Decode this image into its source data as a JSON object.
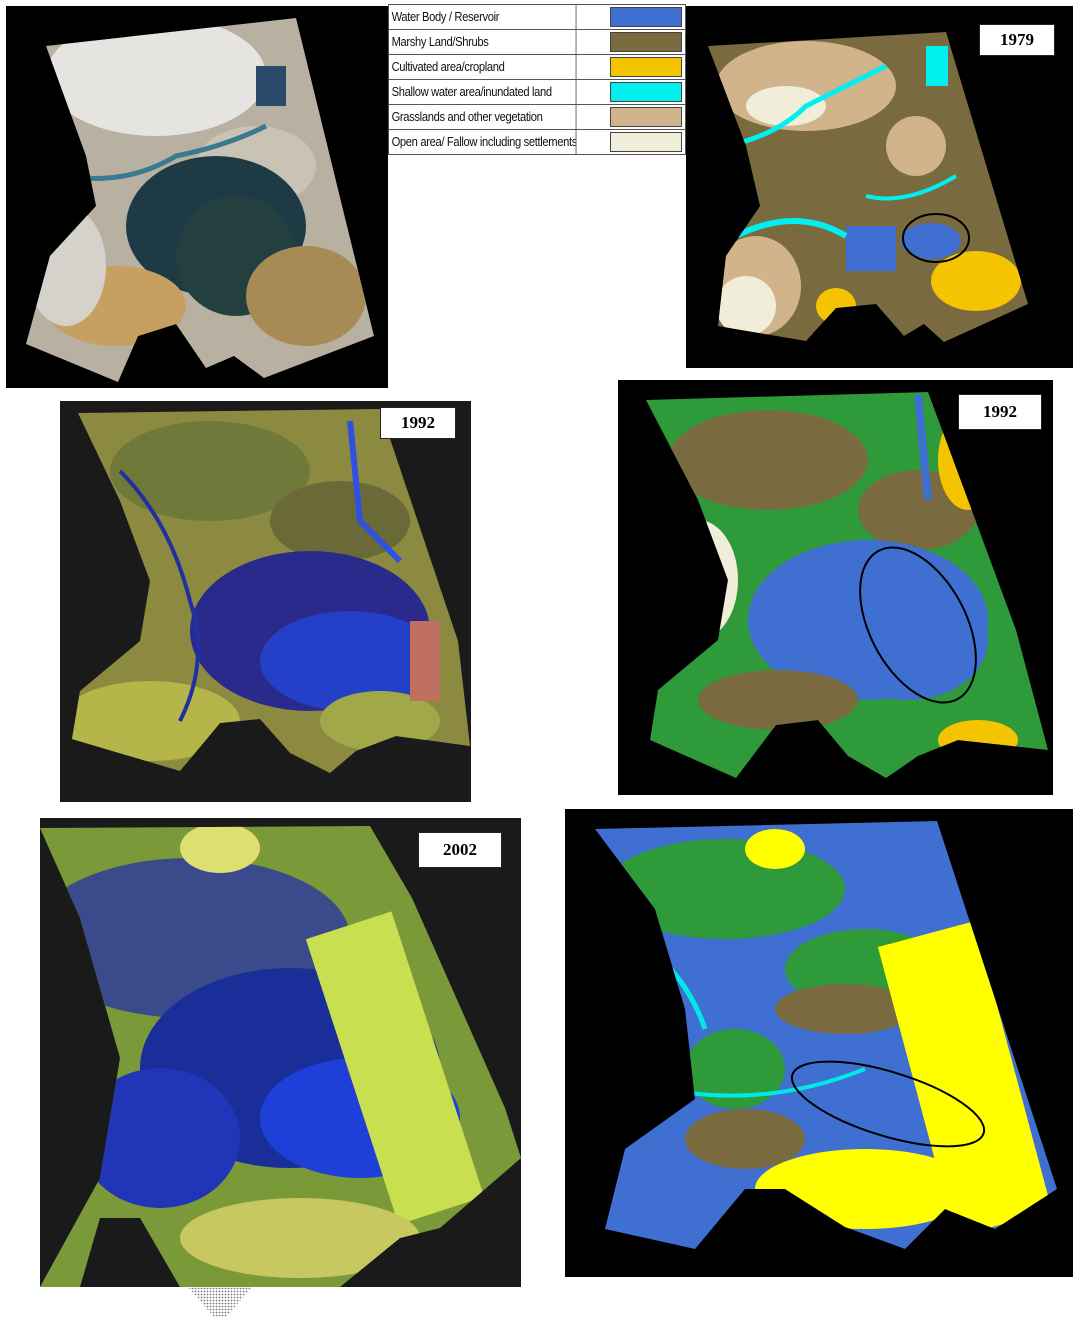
{
  "legend": [
    {
      "label": "Water Body / Reservoir",
      "color": "#3f6fd0"
    },
    {
      "label": "Marshy Land/Shrubs",
      "color": "#7a6a3f"
    },
    {
      "label": "Cultivated area/cropland",
      "color": "#f5c400"
    },
    {
      "label": "Shallow water area/inundated land",
      "color": "#00f0f0"
    },
    {
      "label": "Grasslands and other vegetation",
      "color": "#d1b48c"
    },
    {
      "label": "Open area/ Fallow  including settlements",
      "color": "#f0edd8"
    }
  ],
  "panels": {
    "satellite_1979": {
      "year": ""
    },
    "classified_1979": {
      "year": "1979"
    },
    "satellite_1992": {
      "year": "1992"
    },
    "classified_1992": {
      "year": "1992"
    },
    "satellite_2002": {
      "year": "2002"
    },
    "classified_2002": {
      "year": ""
    }
  },
  "colors": {
    "water": "#3f6fd0",
    "marsh": "#7a6a3f",
    "crop": "#f5c400",
    "shallow": "#00f0f0",
    "grass": "#d1b48c",
    "open": "#f0edd8",
    "green": "#2e9a3a",
    "yellow": "#ffff00"
  }
}
